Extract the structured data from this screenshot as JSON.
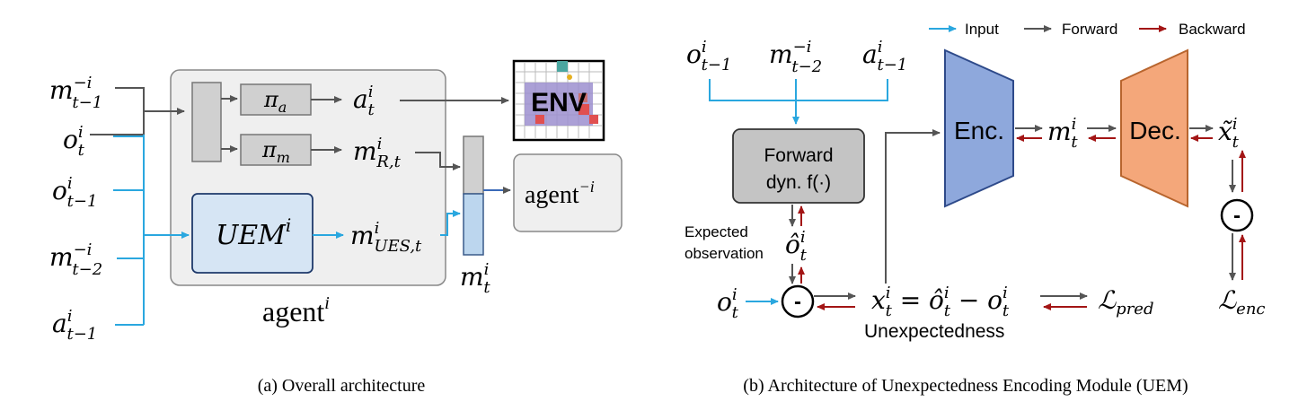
{
  "panel_a": {
    "caption": "(a) Overall architecture",
    "inputs": {
      "m_prev_other": {
        "base": "m",
        "sup": "−i",
        "sub": "t−1"
      },
      "o_t": {
        "base": "o",
        "sup": "i",
        "sub": "t"
      },
      "o_prev": {
        "base": "o",
        "sup": "i",
        "sub": "t−1"
      },
      "m_prev2_other": {
        "base": "m",
        "sup": "−i",
        "sub": "t−2"
      },
      "a_prev": {
        "base": "a",
        "sup": "i",
        "sub": "t−1"
      }
    },
    "pi_a": {
      "base": "π",
      "sub": "a"
    },
    "pi_m": {
      "base": "π",
      "sub": "m"
    },
    "a_t": {
      "base": "a",
      "sup": "i",
      "sub": "t"
    },
    "m_R": {
      "base": "m",
      "sup": "i",
      "sub": "R,t"
    },
    "uem": {
      "base": "UEM",
      "sup": "i"
    },
    "m_UES": {
      "base": "m",
      "sup": "i",
      "sub": "UES,t"
    },
    "m_t": {
      "base": "m",
      "sup": "i",
      "sub": "t"
    },
    "env_label": "ENV",
    "agent_other": {
      "base": "agent",
      "sup": "−i"
    },
    "agent_label": {
      "base": "agent",
      "sup": "i"
    }
  },
  "panel_b": {
    "caption": "(b) Architecture of Unexpectedness Encoding Module (UEM)",
    "legend": {
      "input": "Input",
      "forward": "Forward",
      "backward": "Backward"
    },
    "top_inputs": {
      "o_prev": {
        "base": "o",
        "sup": "i",
        "sub": "t−1"
      },
      "m_prev2": {
        "base": "m",
        "sup": "−i",
        "sub": "t−2"
      },
      "a_prev": {
        "base": "a",
        "sup": "i",
        "sub": "t−1"
      }
    },
    "forward_box": {
      "line1": "Forward",
      "line2": "dyn. f(·)"
    },
    "expected_label": {
      "line1": "Expected",
      "line2": "observation"
    },
    "o_hat": {
      "base": "ô",
      "sup": "i",
      "sub": "t"
    },
    "o_t": {
      "base": "o",
      "sup": "i",
      "sub": "t"
    },
    "minus": "-",
    "x_eq": {
      "lhs": "x",
      "sup": "i",
      "sub": "t",
      "mid": " = ô",
      "minus": " − o"
    },
    "unexpectedness": "Unexpectedness",
    "l_pred": {
      "base": "ℒ",
      "sub": "pred"
    },
    "enc": "Enc.",
    "dec": "Dec.",
    "m_t": {
      "base": "m",
      "sup": "i",
      "sub": "t"
    },
    "x_tilde": {
      "base": "x̃",
      "sup": "i",
      "sub": "t"
    },
    "l_enc": {
      "base": "ℒ",
      "sub": "enc"
    }
  },
  "colors": {
    "input_arrow": "#2aa7df",
    "forward_arrow": "#555555",
    "backward_arrow": "#a31515",
    "encoder_fill": "#8ea8dc",
    "decoder_fill": "#f4a77a",
    "uem_fill": "#d6e5f4",
    "box_gray": "#c8c8c8",
    "agent_bg": "#efefef"
  }
}
